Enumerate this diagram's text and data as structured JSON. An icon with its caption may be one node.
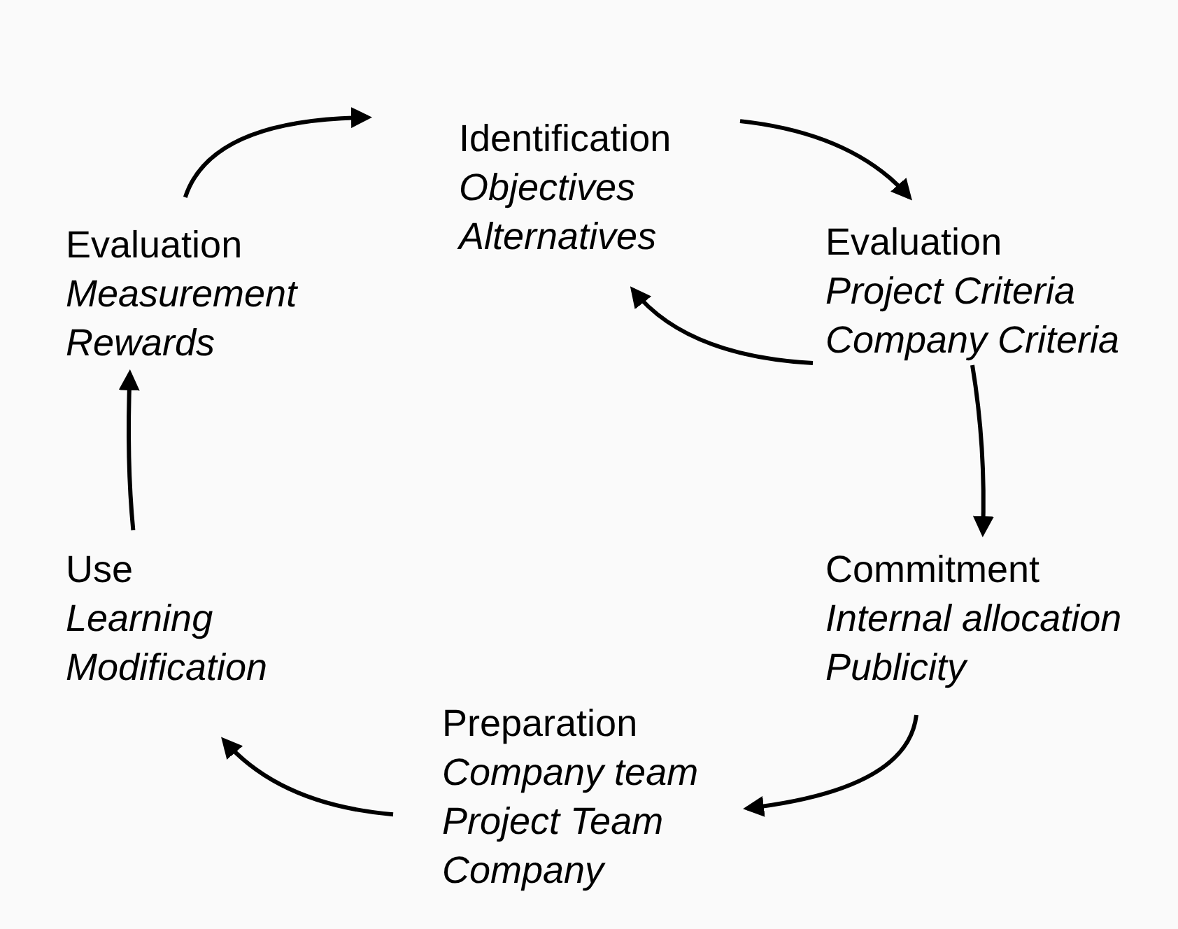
{
  "diagram": {
    "nodes": [
      {
        "text": [
          "Identification",
          "Objectives",
          "Alternatives"
        ]
      },
      {
        "text": [
          "Evaluation",
          "Project Criteria",
          "Company Criteria"
        ]
      },
      {
        "text": [
          "Commitment",
          "Internal allocation",
          "Publicity"
        ]
      },
      {
        "text": [
          "Preparation",
          "Company team",
          "Project Team",
          "Company"
        ]
      },
      {
        "text": [
          "Use",
          "Learning",
          "Modification"
        ]
      },
      {
        "text": [
          "Evaluation",
          "Measurement",
          "Rewards"
        ]
      }
    ],
    "edges": [
      {
        "from": 0,
        "to": 1,
        "arrow": "to"
      },
      {
        "from": 1,
        "to": 0,
        "arrow": "to"
      },
      {
        "from": 1,
        "to": 2,
        "arrow": "to"
      },
      {
        "from": 2,
        "to": 3,
        "arrow": "to"
      },
      {
        "from": 3,
        "to": 4,
        "arrow": "to"
      },
      {
        "from": 4,
        "to": 5,
        "arrow": "to"
      },
      {
        "from": 5,
        "to": 0,
        "arrow": "to"
      }
    ]
  }
}
